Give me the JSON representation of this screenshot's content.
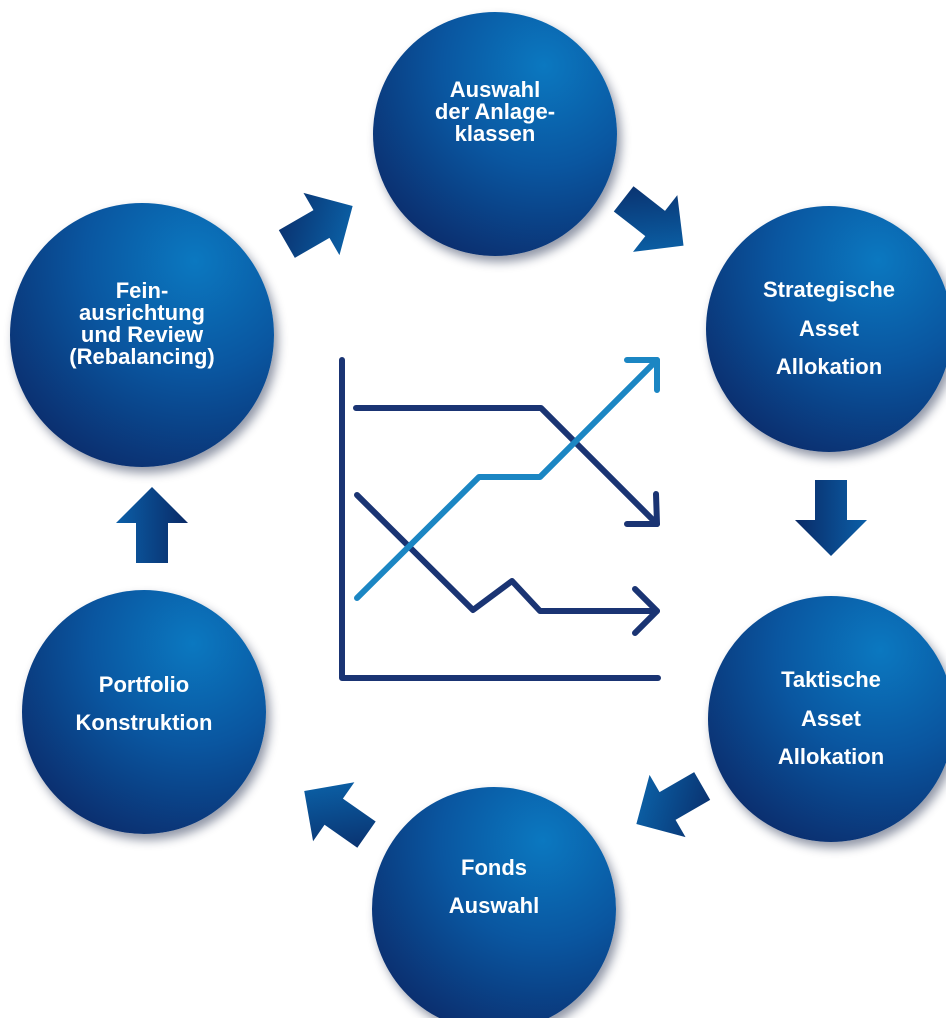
{
  "steps": [
    {
      "id": "auswahl",
      "label": "Auswahl\nder Anlage-\nklassen"
    },
    {
      "id": "strategisch",
      "label": "Strategische\nAsset\nAllokation"
    },
    {
      "id": "taktisch",
      "label": "Taktische\nAsset\nAllokation"
    },
    {
      "id": "fonds",
      "label": "Fonds\nAuswahl"
    },
    {
      "id": "portfolio",
      "label": "Portfolio\nKonstruktion"
    },
    {
      "id": "fein",
      "label": "Fein-\nausrichtung\nund Review\n(Rebalancing)"
    }
  ],
  "colors": {
    "circle_dark": "#0b2e6e",
    "circle_light": "#0b78c0",
    "arrow_dark": "#0a2a66",
    "arrow_light": "#0b6db5",
    "axis": "#1a3473",
    "rising_line": "#1b86c3",
    "falling_line": "#1a3473"
  },
  "icons": {
    "cycle_arrows": "block-arrow-icon",
    "center": "trend-chart-icon"
  }
}
